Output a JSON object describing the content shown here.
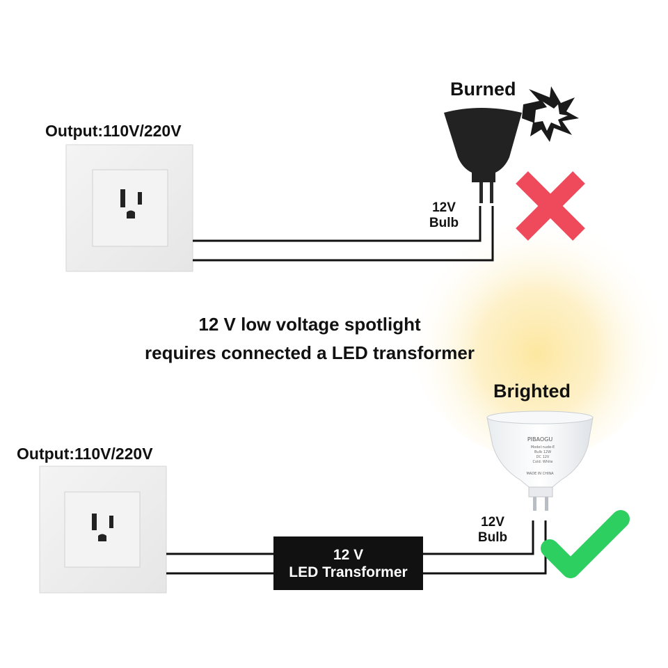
{
  "top_panel": {
    "output_label": "Output:110V/220V",
    "bulb_label_line1": "12V",
    "bulb_label_line2": "Bulb",
    "status_label": "Burned"
  },
  "center_text": {
    "line1": "12 V low voltage spotlight",
    "line2": "requires connected a LED transformer"
  },
  "bottom_panel": {
    "output_label": "Output:110V/220V",
    "transformer_line1": "12 V",
    "transformer_line2": "LED Transformer",
    "bulb_label_line1": "12V",
    "bulb_label_line2": "Bulb",
    "status_label": "Brighted",
    "bulb_print": {
      "brand": "PIBAOGU",
      "model": "Model:nude-E",
      "type": "Bulb 12W",
      "voltage": "DC 12V",
      "color": "Cold: White",
      "origin": "MADE IN CHINA"
    }
  },
  "icons": {
    "fail": "cross-mark-icon",
    "success": "check-mark-icon"
  },
  "colors": {
    "wire": "#111111",
    "plate": "#eeeeee",
    "cross": "#ef4a5c",
    "check": "#2ecf61",
    "glow": "#fde7a0",
    "burned_bulb": "#222222",
    "transformer_box": "#111111"
  }
}
